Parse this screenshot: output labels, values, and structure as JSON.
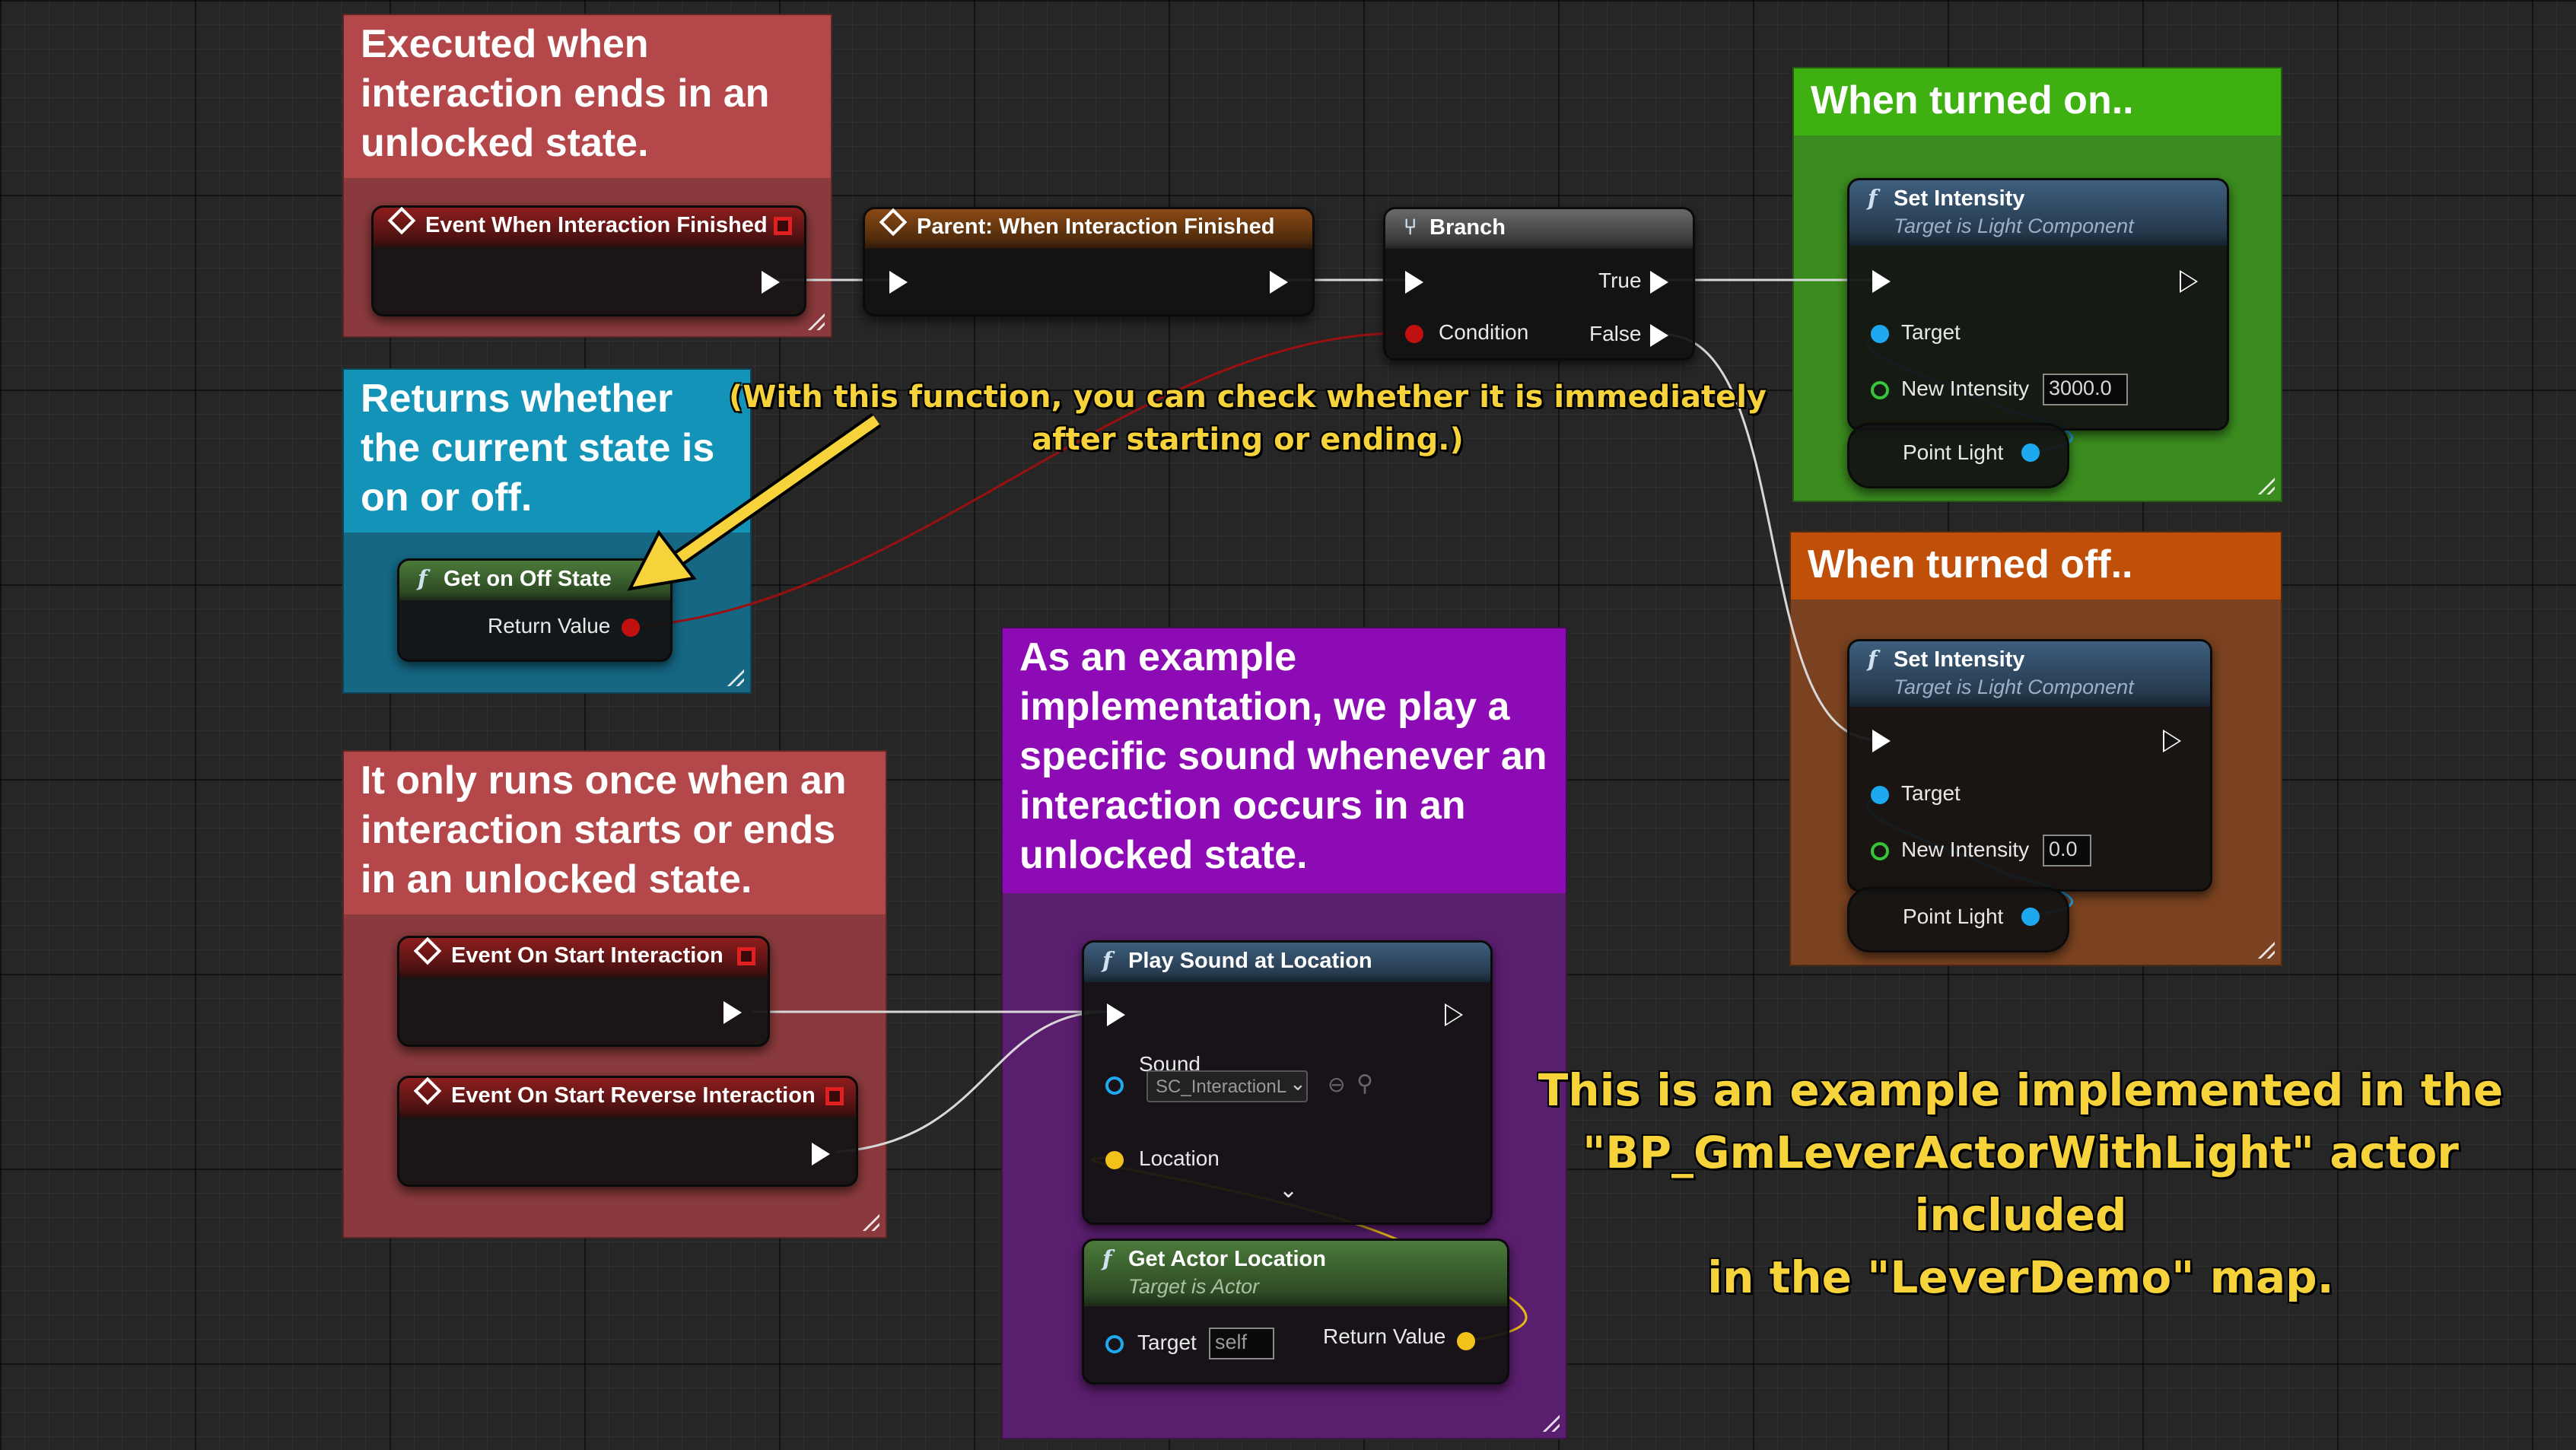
{
  "colors": {
    "comment_red": "#b3474a",
    "comment_red_body": "#8a3a3c",
    "comment_blue": "#1493b8",
    "comment_blue_body": "#156783",
    "comment_purple": "#8c0bb4",
    "comment_purple_body": "#5a1e6e",
    "comment_green": "#3fb012",
    "comment_green_body": "#3b8c1f",
    "comment_orange": "#c04f0a",
    "comment_orange_body": "#7a4220",
    "annotation_yellow": "#f6d33a",
    "data_bool": "#c01010",
    "data_object": "#1ea8f0",
    "data_float": "#35c63a",
    "data_vector": "#f2c21a"
  },
  "comments": {
    "unlocked_end": "Executed when interaction ends in an unlocked state.",
    "state_check": "Returns whether the current state is on or off.",
    "runs_once": "It only runs once when an interaction starts or ends in an unlocked state.",
    "example_impl": "As an example implementation, we play a specific sound whenever an interaction occurs in an unlocked state.",
    "turned_on": "When turned on..",
    "turned_off": "When turned off.."
  },
  "nodes": {
    "event_finished": {
      "title": "Event When Interaction Finished"
    },
    "parent_finished": {
      "title": "Parent: When Interaction Finished"
    },
    "branch": {
      "title": "Branch",
      "true_label": "True",
      "false_label": "False",
      "condition_label": "Condition"
    },
    "get_state": {
      "title": "Get on Off State",
      "return_label": "Return Value"
    },
    "event_start": {
      "title": "Event On Start Interaction"
    },
    "event_reverse": {
      "title": "Event On Start Reverse Interaction"
    },
    "play_sound": {
      "title": "Play Sound at Location",
      "sound_label": "Sound",
      "sound_value": "SC_InteractionL",
      "location_label": "Location",
      "advanced_icon": "chevron-down-icon"
    },
    "get_actor_location": {
      "title": "Get Actor Location",
      "subtitle": "Target is Actor",
      "target_label": "Target",
      "target_value": "self",
      "return_label": "Return Value"
    },
    "set_on": {
      "title": "Set Intensity",
      "subtitle": "Target is Light Component",
      "target_label": "Target",
      "intensity_label": "New Intensity",
      "intensity_value": "3000.0"
    },
    "point_light_on": {
      "title": "Point Light"
    },
    "set_off": {
      "title": "Set Intensity",
      "subtitle": "Target is Light Component",
      "target_label": "Target",
      "intensity_label": "New Intensity",
      "intensity_value": "0.0"
    },
    "point_light_off": {
      "title": "Point Light"
    }
  },
  "annotations": {
    "function_note_line1": "(With this function, you can check whether it is immediately",
    "function_note_line2": "after starting or ending.)",
    "example_line1": "This is an example implemented in the",
    "example_line2": "\"BP_GmLeverActorWithLight\" actor included",
    "example_line3": "in the \"LeverDemo\" map."
  }
}
